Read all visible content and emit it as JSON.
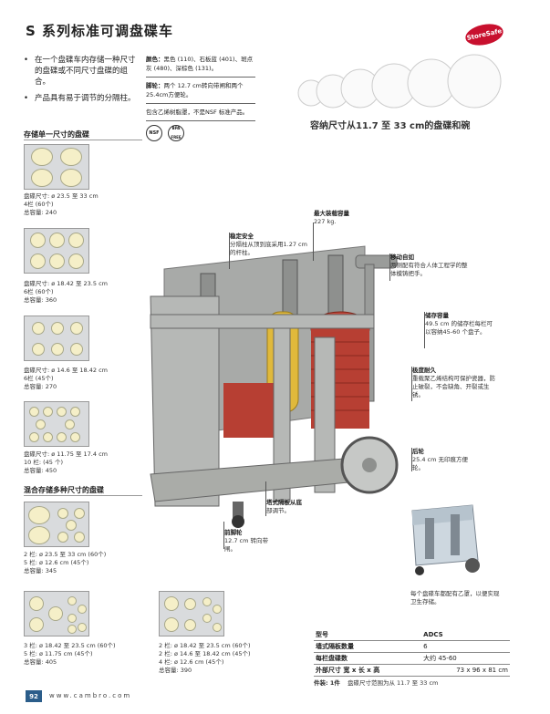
{
  "title": "S 系列标准可调盘碟车",
  "badge": "StoreSafe",
  "bullets": [
    "在一个盘碟车内存储一种尺寸的盘碟或不同尺寸盘碟的组合。",
    "产品具有易于调节的分隔柱。"
  ],
  "colors": {
    "label1": "颜色：",
    "text1": "黑色 (110)、石板蓝 (401)、斑点灰 (480)、深棕色 (131)。",
    "label2": "脚轮：",
    "text2": "两个 12.7 cm转向带闸和两个 25.4cm方便轮。",
    "note": "包含乙烯树脂罩，不是NSF 标准产品。",
    "cert1": "NSF",
    "cert2": "BPA FREE"
  },
  "plates_caption": "容纳尺寸从11.7 至 33 cm的盘碟和碗",
  "section1_title": "存储单一尺寸的盘碟",
  "section2_title": "混合存储多种尺寸的盘碟",
  "configs_single": [
    {
      "lines": [
        "盘碟尺寸: ø 23.5 至 33 cm",
        "4栏 (60个)",
        "总容量: 240"
      ]
    },
    {
      "lines": [
        "盘碟尺寸: ø 18.42 至 23.5 cm",
        "6栏 (60个)",
        "总容量: 360"
      ]
    },
    {
      "lines": [
        "盘碟尺寸: ø 14.6 至 18.42 cm",
        "6栏 (45个)",
        "总容量: 270"
      ]
    },
    {
      "lines": [
        "盘碟尺寸: ø 11.75 至 17.4 cm",
        "10 栏: (45 个)",
        "总容量: 450"
      ]
    }
  ],
  "configs_mixed": [
    {
      "lines": [
        "2 栏: ø 23.5 至 33 cm (60个)",
        "5 栏: ø 12.6 cm (45个)",
        "总容量: 345"
      ]
    },
    {
      "lines": [
        "3 栏: ø 18.42 至 23.5 cm (60个)",
        "5 栏: ø 11.75 cm (45个)",
        "总容量: 405"
      ]
    },
    {
      "lines": [
        "2 栏: ø 18.42 至 23.5 cm (60个)",
        "2 栏: ø 14.6 至 18.42 cm (45个)",
        "4 栏: ø 12.6 cm (45个)",
        "总容量: 390"
      ]
    }
  ],
  "callouts": {
    "capacity_h": "最大装载容量",
    "capacity_t": "227 kg.",
    "stable_h": "稳定安全",
    "stable_t": "分隔柱从顶到底采用1.27 cm 的杆柱。",
    "move_h": "移动自如",
    "move_t": "两侧配有符合人体工程学的整体模铸把手。",
    "store_h": "储存容量",
    "store_t": "49.5 cm 的储存栏每栏可以容纳45-60 个盘子。",
    "durable_h": "极度耐久",
    "durable_t": "重载聚乙烯结构可保护瓷器，防止破裂，不会缺角、开裂或生锈。",
    "rear_h": "后轮",
    "rear_t": "25.4 cm 无印痕方便轮。",
    "divider_h": "塔式隔板从底",
    "divider_t": "部调节。",
    "front_h": "前脚轮",
    "front_t": "12.7 cm 转向带闸。",
    "cover_t": "每个盘碟车都配有乙罩，以便实现卫生存储。"
  },
  "spec_table": {
    "rows": [
      [
        "型号",
        "ADCS"
      ],
      [
        "墙式隔板数量",
        "6"
      ],
      [
        "每栏盘碟数",
        "大约 45-60"
      ],
      [
        "外部尺寸 宽 x 长 x 高",
        "73 x 96 x 81 cm"
      ]
    ],
    "footnote_label": "件装: 1件",
    "footnote_text": "盘碟尺寸范围为从 11.7 至 33 cm"
  },
  "page_number": "92",
  "site": "www.cambro.com"
}
